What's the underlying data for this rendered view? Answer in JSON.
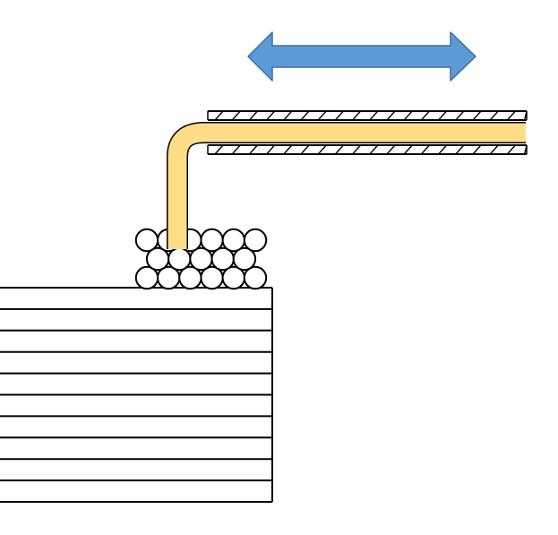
{
  "diagram": {
    "colors": {
      "background": "#ffffff",
      "stroke": "#000000",
      "arrow_fill": "#5b9bd5",
      "arrow_stroke": "#41719c",
      "fiber_fill": "#ffdd88"
    },
    "elements": {
      "motion_arrow": {
        "icon": "double-headed-arrow-icon",
        "direction": "horizontal"
      },
      "sleeve": {
        "icon": "hatched-tube-icon"
      },
      "fiber": {
        "icon": "bent-fiber-icon"
      },
      "bundle": {
        "icon": "circle-bundle-icon",
        "rows": 3,
        "columns": 6
      },
      "stack": {
        "icon": "layer-stack-icon",
        "layers": 10
      }
    }
  }
}
